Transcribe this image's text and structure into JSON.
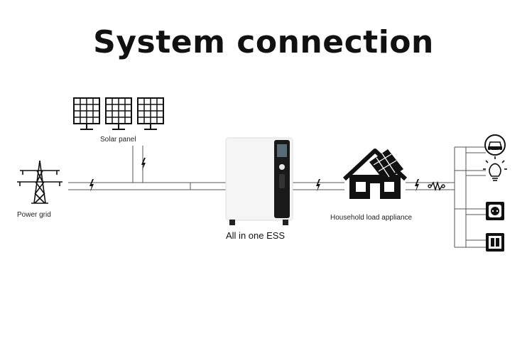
{
  "title": "System connection",
  "labels": {
    "solar_panel": "Solar panel",
    "power_grid": "Power grid",
    "ess": "All in one ESS",
    "household": "Household load appliance"
  },
  "icons": {
    "solar_panels": "solar-panel-icon",
    "grid": "power-tower-icon",
    "ess": "battery-cabinet-icon",
    "house": "house-with-solar-icon",
    "lightning": "lightning-icon",
    "resistor": "resistor-icon",
    "loads": [
      "ev-car-icon",
      "light-bulb-icon",
      "power-socket-icon",
      "switch-icon"
    ]
  },
  "colors": {
    "line": "#555555",
    "ink": "#111111",
    "ess_body": "#f4f4f4",
    "ess_panel": "#1a1a1a"
  }
}
